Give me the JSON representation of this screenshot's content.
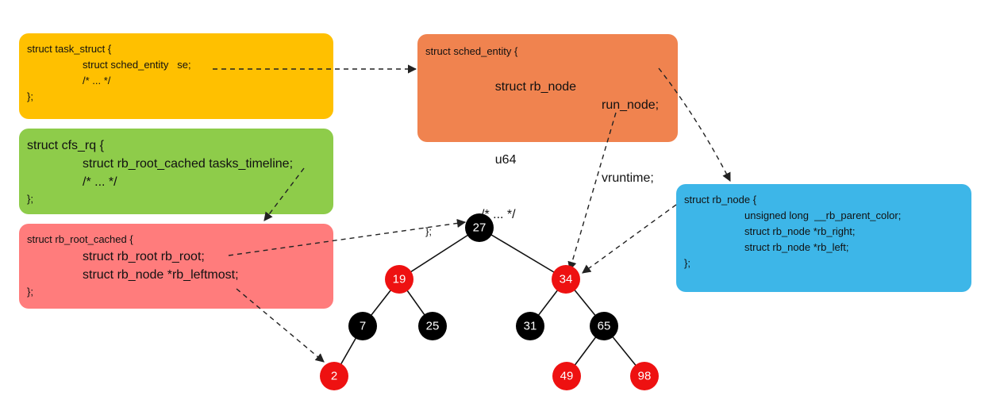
{
  "task_struct": {
    "line1": "struct task_struct {",
    "line2": "struct sched_entity   se;",
    "line3": "/* ... */",
    "line4": "};",
    "color": "#FFC000"
  },
  "sched_entity": {
    "line1": "struct sched_entity {",
    "line2a": "struct rb_node",
    "line2b": "run_node;",
    "line3a": "u64",
    "line3b": "vruntime;",
    "line4": "/* ... */",
    "line5": "};",
    "color": "#F0834F"
  },
  "cfs_rq": {
    "line1": "struct cfs_rq {",
    "line2": "struct rb_root_cached tasks_timeline;",
    "line3": "/* ... */",
    "line4": "};",
    "color": "#8ECC4A"
  },
  "rb_root_cached": {
    "line1": "struct rb_root_cached {",
    "line2": "struct rb_root rb_root;",
    "line3": "struct rb_node *rb_leftmost;",
    "line4": "};",
    "color": "#FF7C7C"
  },
  "rb_node": {
    "line1": "struct rb_node {",
    "line2": "unsigned long  __rb_parent_color;",
    "line3": "struct rb_node *rb_right;",
    "line4": "struct rb_node *rb_left;",
    "line5": "};",
    "color": "#3DB6E8"
  },
  "tree": {
    "red_color": "#EE1111",
    "black_color": "#000000",
    "nodes": [
      {
        "id": "n27",
        "label": "27",
        "color": "black"
      },
      {
        "id": "n19",
        "label": "19",
        "color": "red"
      },
      {
        "id": "n34",
        "label": "34",
        "color": "red"
      },
      {
        "id": "n7",
        "label": "7",
        "color": "black"
      },
      {
        "id": "n25",
        "label": "25",
        "color": "black"
      },
      {
        "id": "n31",
        "label": "31",
        "color": "black"
      },
      {
        "id": "n65",
        "label": "65",
        "color": "black"
      },
      {
        "id": "n2",
        "label": "2",
        "color": "red"
      },
      {
        "id": "n49",
        "label": "49",
        "color": "red"
      },
      {
        "id": "n98",
        "label": "98",
        "color": "red"
      }
    ],
    "edges": [
      [
        "n27",
        "n19"
      ],
      [
        "n27",
        "n34"
      ],
      [
        "n19",
        "n7"
      ],
      [
        "n19",
        "n25"
      ],
      [
        "n34",
        "n31"
      ],
      [
        "n34",
        "n65"
      ],
      [
        "n7",
        "n2"
      ],
      [
        "n65",
        "n49"
      ],
      [
        "n65",
        "n98"
      ]
    ]
  }
}
